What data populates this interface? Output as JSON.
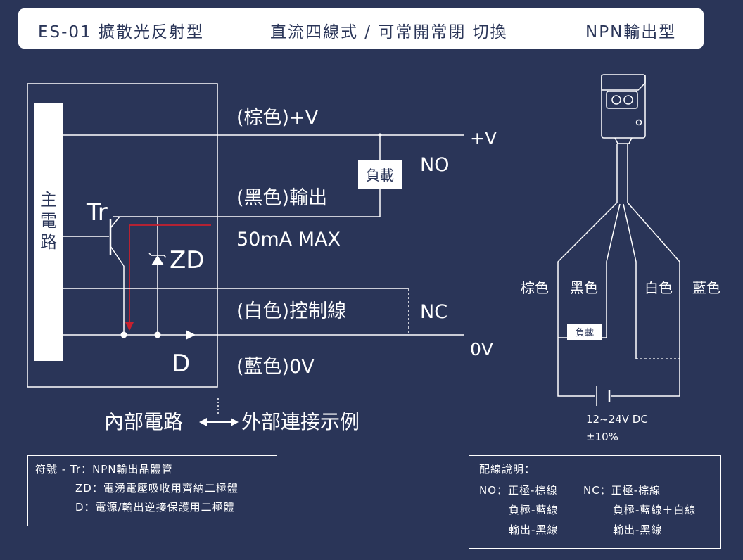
{
  "header": {
    "model": "ES-01 擴散光反射型",
    "wiring": "直流四線式 / 可常開常閉 切換",
    "output": "NPN輸出型"
  },
  "circuit": {
    "main_circuit": "主電路",
    "transistor": "Tr",
    "zener": "ZD",
    "diode": "D",
    "brown_wire": "(棕色)+V",
    "black_wire": "(黑色)輸出",
    "max_current": "50mA MAX",
    "white_wire": "(白色)控制線",
    "blue_wire": "(藍色)0V",
    "plus_v": "+V",
    "zero_v": "0V",
    "no": "NO",
    "nc": "NC",
    "load": "負載",
    "internal": "內部電路",
    "external": "外部連接示例"
  },
  "sensor": {
    "brown": "棕色",
    "black": "黑色",
    "white": "白色",
    "blue": "藍色",
    "load": "負載",
    "voltage": "12~24V DC",
    "tolerance": "±10%"
  },
  "symbols": {
    "lines": [
      "符號 - Tr：NPN輸出晶體管",
      "ZD：電湧電壓吸收用齊納二極體",
      "D：電源/輸出逆接保護用二極體"
    ]
  },
  "wiring_notes": {
    "title": "配線說明：",
    "no_lines": [
      "NO：正極-棕線",
      "負極-藍線",
      "輸出-黑線"
    ],
    "nc_lines": [
      "NC：正極-棕線",
      "負極-藍線＋白線",
      "輸出-黑線"
    ]
  },
  "colors": {
    "background": "#2a3558",
    "foreground": "#ffffff",
    "signal_path": "#c8202e"
  }
}
